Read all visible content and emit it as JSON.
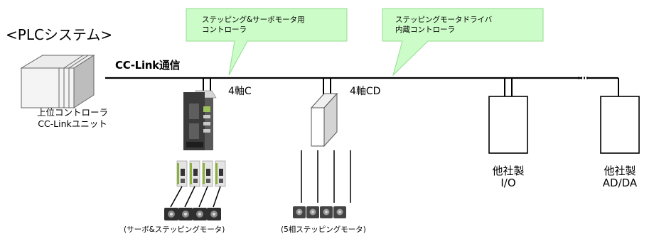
{
  "title": "<PLCシステム>",
  "bus_label": "CC-Link通信",
  "plc": {
    "caption_line1": "上位コントローラ",
    "caption_line2": "CC-Linkユニット"
  },
  "controller_4c": {
    "label": "4軸C",
    "callout_line1": "ステッピング&サーボモータ用",
    "callout_line2": "コントローラ",
    "motor_caption": "(サーボ&ステッピングモータ)"
  },
  "controller_4cd": {
    "label": "4軸CD",
    "callout_line1": "ステッピングモータドライバ",
    "callout_line2": "内蔵コントローラ",
    "motor_caption": "(5相ステッピングモータ)"
  },
  "io_device": {
    "line1": "他社製",
    "line2": "I/O"
  },
  "adda_device": {
    "line1": "他社製",
    "line2": "AD/DA"
  },
  "colors": {
    "callout_fill": "#ccfcc8",
    "callout_stroke": "#94dd90",
    "line": "#000000",
    "driver_green": "#8db13d"
  }
}
